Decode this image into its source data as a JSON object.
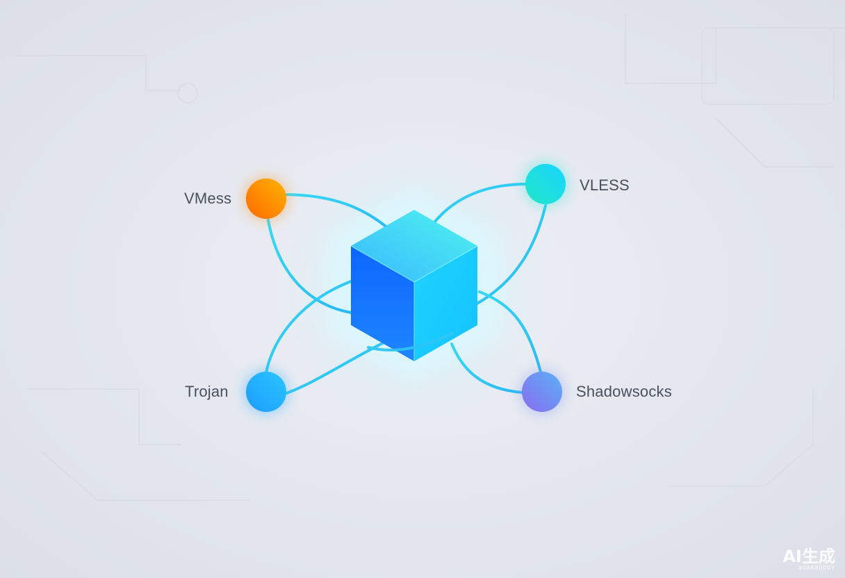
{
  "diagram": {
    "center": {
      "icon": "cube-icon"
    },
    "nodes": [
      {
        "id": "vmess",
        "label": "VMess",
        "color_from": "#ff6a00",
        "color_to": "#ffb300"
      },
      {
        "id": "vless",
        "label": "VLESS",
        "color_from": "#22e6c8",
        "color_to": "#19d4ff"
      },
      {
        "id": "trojan",
        "label": "Trojan",
        "color_from": "#1e9bff",
        "color_to": "#29c6ff"
      },
      {
        "id": "shadowsocks",
        "label": "Shadowsocks",
        "color_from": "#8a6cf0",
        "color_to": "#5ab0f5"
      }
    ],
    "line_color": "#2fd3f0"
  },
  "watermark": {
    "line1": "AI生成",
    "line2": "WORKBUDDY"
  }
}
